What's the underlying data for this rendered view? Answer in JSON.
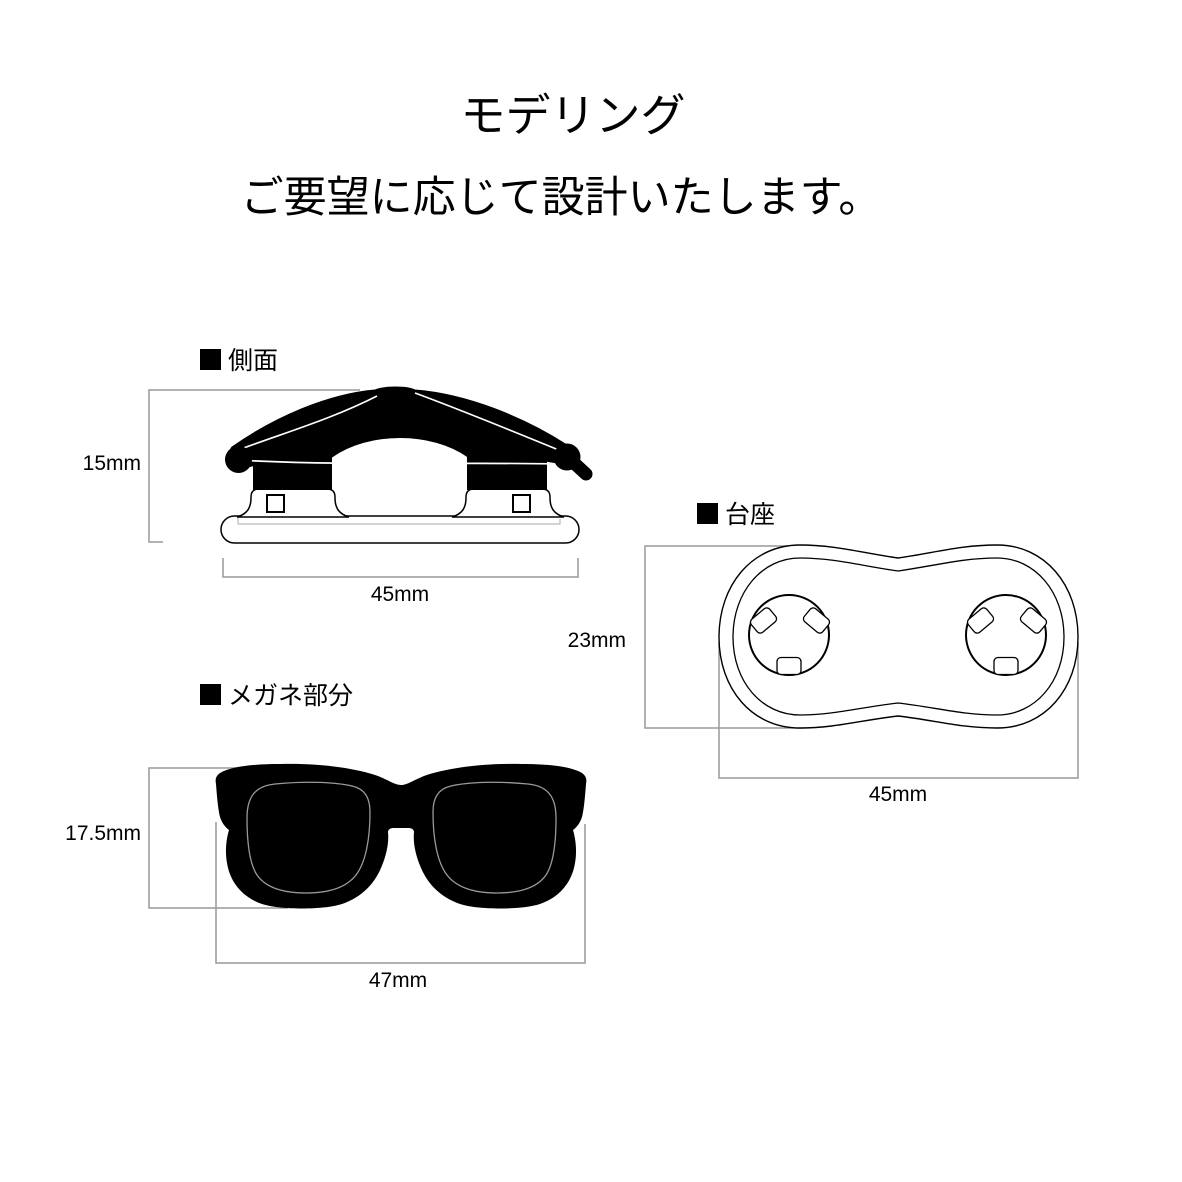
{
  "colors": {
    "ink": "#000000",
    "dimension_line": "#999999",
    "inner_detail_line": "#bbbbbb",
    "lens_outline": "#9a9a9a",
    "background": "#ffffff"
  },
  "header": {
    "title": "モデリング",
    "subtitle": "ご要望に応じて設計いたします。"
  },
  "sections": {
    "side": {
      "label": "側面",
      "height": "15mm",
      "width": "45mm"
    },
    "base": {
      "label": "台座",
      "height": "23mm",
      "width": "45mm"
    },
    "glasses": {
      "label": "メガネ部分",
      "height": "17.5mm",
      "width": "47mm"
    }
  }
}
